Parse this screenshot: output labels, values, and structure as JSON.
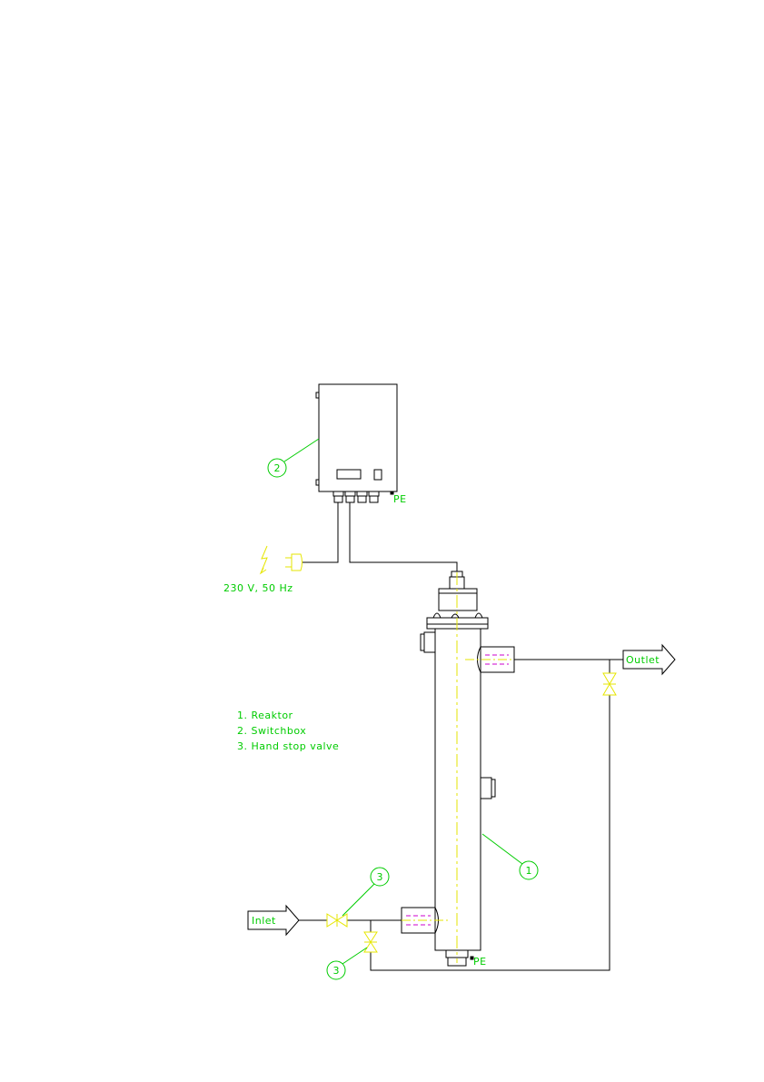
{
  "labels": {
    "pe_top": "PE",
    "pe_bottom": "PE",
    "power": "230 V, 50 Hz",
    "outlet": "Outlet",
    "inlet": "Inlet"
  },
  "legend": [
    "1. Reaktor",
    "2. Switchbox",
    "3. Hand stop valve"
  ],
  "callouts": {
    "reactor": "1",
    "switchbox": "2",
    "valve_inlet": "3",
    "valve_bypass": "3"
  },
  "colors": {
    "line": "#000000",
    "label": "#00cc00",
    "centerline": "#e6e600",
    "fitting": "#cc00cc",
    "valve": "#e6e600"
  }
}
